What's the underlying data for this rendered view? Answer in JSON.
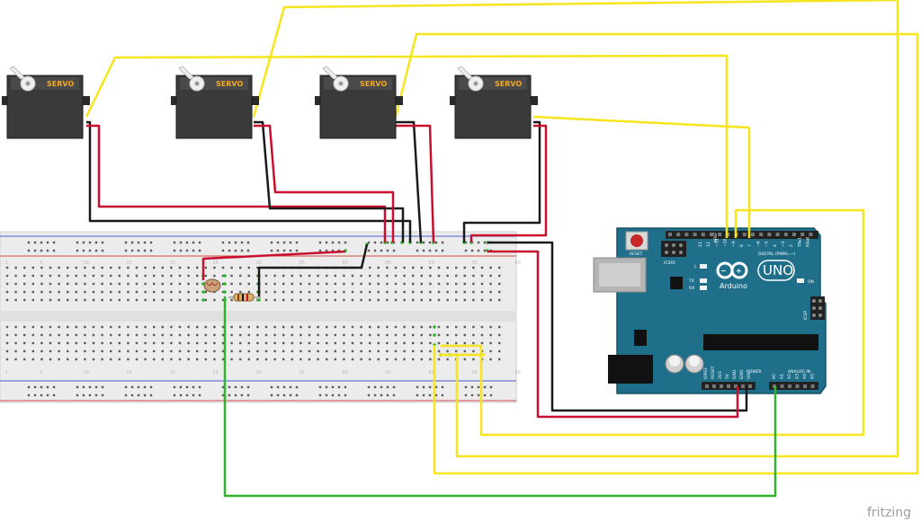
{
  "servo_label": "SERVO",
  "servos": [
    {
      "id": "servo-1"
    },
    {
      "id": "servo-2"
    },
    {
      "id": "servo-3"
    },
    {
      "id": "servo-4"
    }
  ],
  "arduino": {
    "model": "UNO",
    "brand": "Arduino",
    "reset_label": "RESET",
    "icsp2_label": "ICSP2",
    "icsp_label": "ICSP",
    "digital_label": "DIGITAL (PWM=~)",
    "power_label": "POWER",
    "analog_label": "ANALOG IN",
    "on_label": "ON",
    "l_label": "L",
    "tx_label": "TX",
    "rx_label": "RX",
    "aref_label": "AREF",
    "gnd_label": "GND",
    "digital_pins": [
      "13",
      "12",
      "~11",
      "~10",
      "~9",
      "8",
      "7",
      "~6",
      "~5",
      "4",
      "~3",
      "2",
      "TX▸1",
      "RX◂0"
    ],
    "power_pins": [
      "IOREF",
      "RESET",
      "3V3",
      "5V",
      "GND",
      "GND",
      "VIN"
    ],
    "analog_pins": [
      "A0",
      "A1",
      "A2",
      "A3",
      "A4",
      "A5"
    ]
  },
  "breadboard_column_numbers": [
    "1",
    "5",
    "10",
    "15",
    "20",
    "25",
    "30",
    "35",
    "40",
    "45",
    "50",
    "55",
    "60"
  ],
  "watermark": "fritzing",
  "colors": {
    "wire_yellow": "#f6e51d",
    "wire_red": "#c8102e",
    "wire_black": "#1a1a1a",
    "wire_green": "#2db52d",
    "arduino_teal": "#1f6f8b",
    "servo_body": "#3a3a3a"
  }
}
